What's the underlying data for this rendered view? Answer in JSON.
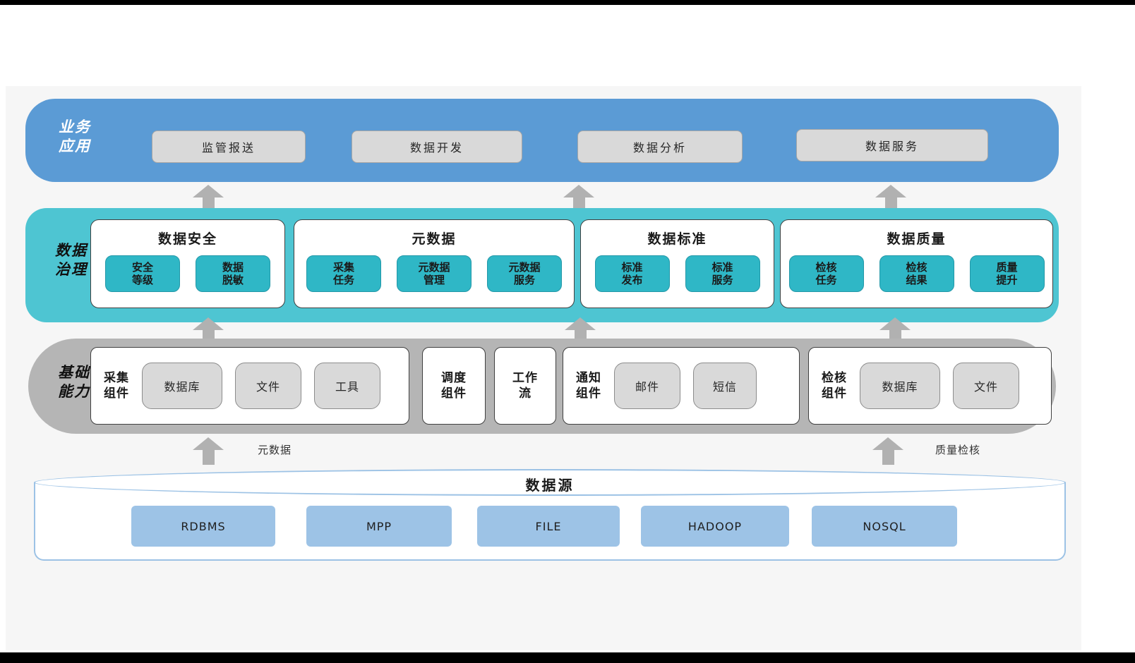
{
  "business": {
    "label": "业务\n应用",
    "items": [
      "监管报送",
      "数据开发",
      "数据分析",
      "数据服务"
    ]
  },
  "governance": {
    "label": "数据\n治理",
    "groups": [
      {
        "title": "数据安全",
        "items": [
          "安全\n等级",
          "数据\n脱敏"
        ]
      },
      {
        "title": "元数据",
        "items": [
          "采集\n任务",
          "元数据\n管理",
          "元数据\n服务"
        ]
      },
      {
        "title": "数据标准",
        "items": [
          "标准\n发布",
          "标准\n服务"
        ]
      },
      {
        "title": "数据质量",
        "items": [
          "检核\n任务",
          "检核\n结果",
          "质量\n提升"
        ]
      }
    ]
  },
  "foundation": {
    "label": "基础\n能力",
    "groups": [
      {
        "title": "采集\n组件",
        "items": [
          "数据库",
          "文件",
          "工具"
        ]
      },
      {
        "title": "调度\n组件",
        "items": []
      },
      {
        "title": "工作\n流",
        "items": []
      },
      {
        "title": "通知\n组件",
        "items": [
          "邮件",
          "短信"
        ]
      },
      {
        "title": "检核\n组件",
        "items": [
          "数据库",
          "文件"
        ]
      }
    ]
  },
  "datasource": {
    "title": "数据源",
    "items": [
      "RDBMS",
      "MPP",
      "FILE",
      "HADOOP",
      "NOSQL"
    ]
  },
  "flow_labels": {
    "metadata": "元数据",
    "quality_check": "质量检核"
  },
  "colors": {
    "business_layer": "#5b9bd5",
    "governance_layer": "#4ec5d2",
    "governance_item": "#2fb7c6",
    "foundation_layer": "#b5b5b5",
    "gray_button": "#d9d9d9",
    "datasource_button": "#9dc3e6",
    "arrow": "#b1b1b1"
  }
}
